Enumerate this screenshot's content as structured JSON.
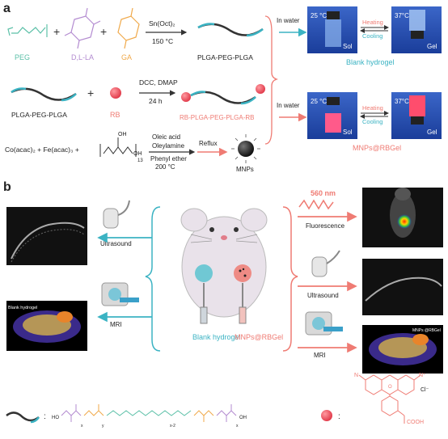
{
  "panel_a": {
    "label": "a",
    "peg": "PEG",
    "dlla": "D,L-LA",
    "ga": "GA",
    "plus": "+",
    "catalyst": "Sn(Oct)₂",
    "temp_150": "150 °C",
    "plga_peg_plga": "PLGA-PEG-PLGA",
    "plga_peg_plga_left": "PLGA-PEG-PLGA",
    "in_water_1": "In water",
    "in_water_2": "In water",
    "t25_1": "25 °C",
    "t37_1": "37°C",
    "t25_2": "25 °C",
    "t37_2": "37°C",
    "sol_1": "Sol",
    "gel_1": "Gel",
    "sol_2": "Sol",
    "gel_2": "Gel",
    "heating_1": "Heating",
    "cooling_1": "Cooling",
    "heating_2": "Heating",
    "cooling_2": "Cooling",
    "blank_hydrogel": "Blank hydrogel",
    "rb": "RB",
    "dcc_dmap": "DCC, DMAP",
    "h24": "24 h",
    "rb_product": "RB-PLGA-PEG-PLGA-RB",
    "mnps_rbgel": "MNPs@RBGel",
    "co_fe": "Co(acac)₂ + Fe(acac)₃ +",
    "oleic": "Oleic acid",
    "oleylamine": "Oleylamine",
    "phenyl_ether": "Phenyl ether",
    "temp_200": "200 °C",
    "reflux": "Reflux",
    "mnps": "MNPs",
    "oh": "OH",
    "n13": "13"
  },
  "panel_b": {
    "label": "b",
    "ultrasound_left": "Ultrasound",
    "mri_left": "MRI",
    "blank_hydrogel": "Blank hydrogel",
    "mnps_rbgel": "MNPs@RBGel",
    "nm560": "560 nm",
    "fluorescence": "Fluorescence",
    "ultrasound_right": "Ultrasound",
    "mri_right": "MRI",
    "blank_hydrogel_tag": "Blank hydrogel",
    "mnps_tag": "MNPs @RBGel"
  },
  "legend": {
    "colon_1": ":",
    "colon_2": ":",
    "cl": "Cl⁻",
    "n_plus": "N⁺",
    "n": "N",
    "o": "O",
    "cooh": "COOH",
    "sub_x": "x",
    "sub_y": "y",
    "sub_x2": "x-2",
    "sub_x_r": "x",
    "ho": "HO",
    "oh_end": "OH"
  },
  "colors": {
    "teal": "#3bb3c3",
    "salmon": "#ef7b73",
    "purple": "#b38bd0",
    "orange": "#f0a94a",
    "peg_green": "#5cc0a8",
    "red_ball": "#e94e5b"
  }
}
